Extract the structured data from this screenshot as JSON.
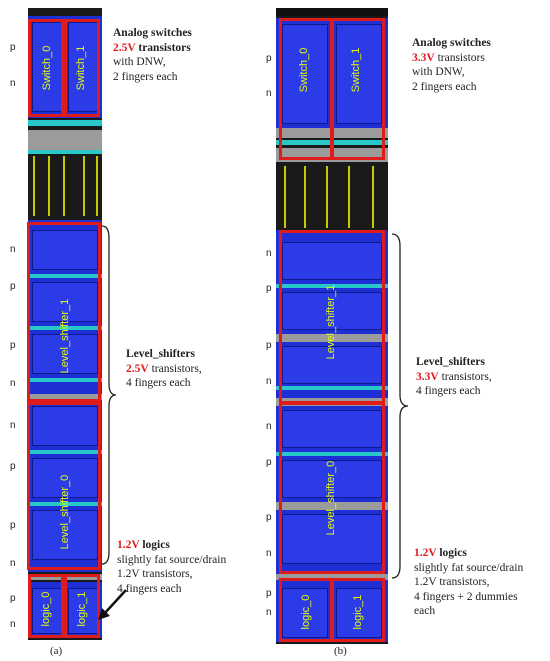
{
  "panel_a": {
    "caption": "(a)",
    "switch_labels": [
      "Switch_0",
      "Switch_1"
    ],
    "level_shifter_labels": [
      "Level_shifter_1",
      "Level_shifter_0"
    ],
    "logic_labels": [
      "logic_0",
      "logic_1"
    ],
    "pn_top": [
      "p",
      "n"
    ],
    "pn_middle": [
      "n",
      "p",
      "p",
      "n",
      "n",
      "p",
      "p",
      "n"
    ],
    "pn_bottom": [
      "p",
      "n"
    ],
    "switch_note": {
      "title": "Analog switches",
      "voltage": "2.5V",
      "line1_rest": " transistors",
      "line2": "with DNW,",
      "line3": "2 fingers each"
    },
    "shifter_note": {
      "title": "Level_shifters",
      "voltage": "2.5V",
      "line1_rest": " transistors,",
      "line2": "4 fingers each"
    },
    "logic_note": {
      "voltage": "1.2V",
      "title_rest": " logics",
      "line1": "slightly fat source/drain",
      "line2": "1.2V transistors,",
      "line3": "4 fingers each"
    }
  },
  "panel_b": {
    "caption": "(b)",
    "switch_labels": [
      "Switch_0",
      "Switch_1"
    ],
    "level_shifter_labels": [
      "Level_shifter_1",
      "Level_shifter_0"
    ],
    "logic_labels": [
      "logic_0",
      "logic_1"
    ],
    "pn_top": [
      "p",
      "n"
    ],
    "pn_middle": [
      "n",
      "p",
      "p",
      "n",
      "n",
      "p",
      "p",
      "n"
    ],
    "pn_bottom": [
      "p",
      "n"
    ],
    "switch_note": {
      "title": "Analog switches",
      "voltage": "3.3V",
      "line1_rest": " transistors",
      "line2": "with DNW,",
      "line3": "2 fingers each"
    },
    "shifter_note": {
      "title": "Level_shifters",
      "voltage": "3.3V",
      "line1_rest": " transistors,",
      "line2": "4 fingers each"
    },
    "logic_note": {
      "voltage": "1.2V",
      "title_rest": " logics",
      "line1": "slightly fat source/drain",
      "line2": "1.2V transistors,",
      "line3": "4 fingers + 2 dummies",
      "line4": "each"
    }
  },
  "colors": {
    "highlight_box": "#e01b1b",
    "voltage_text": "#e01b1b",
    "layout_label": "#e6ff00",
    "diffusion": "#1f2fd6"
  }
}
